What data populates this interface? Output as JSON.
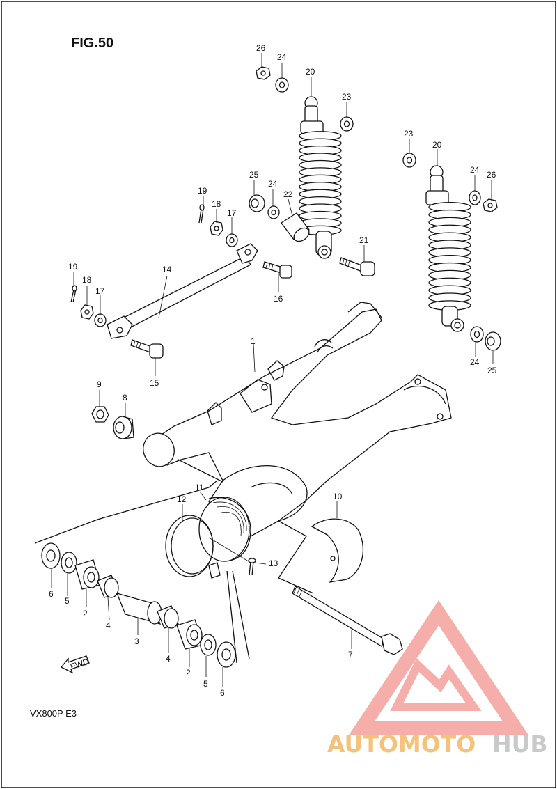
{
  "figure": {
    "title": "FIG.50",
    "model": "VX800P  E3",
    "fwd": "FWD"
  },
  "labels": {
    "p1": "1",
    "p2a": "2",
    "p2b": "2",
    "p3": "3",
    "p4a": "4",
    "p4b": "4",
    "p5a": "5",
    "p5b": "5",
    "p6a": "6",
    "p6b": "6",
    "p7": "7",
    "p8": "8",
    "p9": "9",
    "p10": "10",
    "p11": "11",
    "p12": "12",
    "p13": "13",
    "p14": "14",
    "p15": "15",
    "p16": "16",
    "p17a": "17",
    "p17b": "17",
    "p18a": "18",
    "p18b": "18",
    "p19a": "19",
    "p19b": "19",
    "p20a": "20",
    "p20b": "20",
    "p21": "21",
    "p22": "22",
    "p23a": "23",
    "p23b": "23",
    "p24a": "24",
    "p24b": "24",
    "p24c": "24",
    "p24d": "24",
    "p25a": "25",
    "p25b": "25",
    "p26a": "26",
    "p26b": "26"
  },
  "watermark": {
    "part1": "AUTOMOTO",
    "part2": "HUB",
    "color_main": "#f4a6a0",
    "color_accent": "#c9c9c9",
    "color_text1": "#f6c27a"
  }
}
